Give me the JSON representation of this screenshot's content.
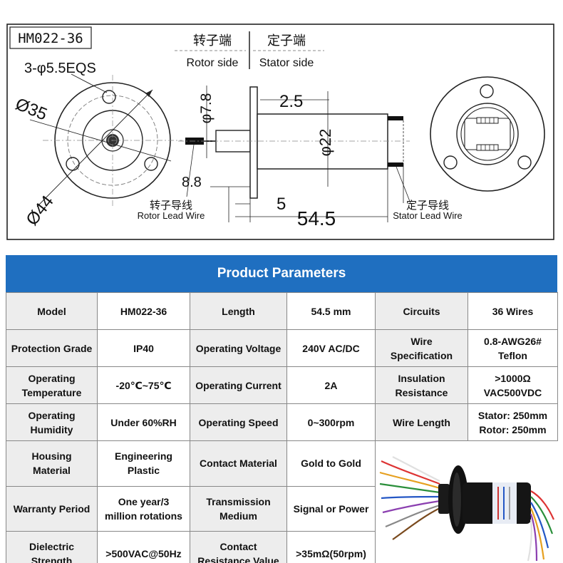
{
  "drawing": {
    "model_label": "HM022-36",
    "hole_spec": "3-φ5.5EQS",
    "dim_outer_35": "Ø35",
    "dim_outer_44": "Ø44",
    "dim_rotor_shaft": "φ7.8",
    "dim_flange_thickness": "2.5",
    "dim_body_diameter": "φ22",
    "dim_shaft_length": "8.8",
    "dim_flange_offset": "5",
    "dim_total_length": "54.5",
    "rotor_side_cn": "转子端",
    "rotor_side_en": "Rotor side",
    "stator_side_cn": "定子端",
    "stator_side_en": "Stator side",
    "rotor_lead_cn": "转子导线",
    "rotor_lead_en": "Rotor Lead Wire",
    "stator_lead_cn": "定子导线",
    "stator_lead_en": "Stator Lead Wire"
  },
  "params": {
    "title": "Product Parameters",
    "rows": [
      [
        {
          "label": "Model",
          "value": "HM022-36"
        },
        {
          "label": "Length",
          "value": "54.5 mm"
        },
        {
          "label": "Circuits",
          "value": "36 Wires"
        }
      ],
      [
        {
          "label": "Protection Grade",
          "value": "IP40"
        },
        {
          "label": "Operating Voltage",
          "value": "240V AC/DC"
        },
        {
          "label": "Wire\nSpecification",
          "value": "0.8-AWG26#\nTeflon"
        }
      ],
      [
        {
          "label": "Operating\nTemperature",
          "value": "-20℃~75℃"
        },
        {
          "label": "Operating Current",
          "value": "2A"
        },
        {
          "label": "Insulation\nResistance",
          "value": ">1000Ω\nVAC500VDC"
        }
      ],
      [
        {
          "label": "Operating\nHumidity",
          "value": "Under 60%RH"
        },
        {
          "label": "Operating Speed",
          "value": "0~300rpm"
        },
        {
          "label": "Wire Length",
          "value": "Stator: 250mm\nRotor: 250mm"
        }
      ],
      [
        {
          "label": "Housing\nMaterial",
          "value": "Engineering\nPlastic"
        },
        {
          "label": "Contact Material",
          "value": "Gold to Gold"
        }
      ],
      [
        {
          "label": "Warranty Period",
          "value": "One year/3\nmillion rotations"
        },
        {
          "label": "Transmission\nMedium",
          "value": "Signal or Power"
        }
      ],
      [
        {
          "label": "Dielectric\nStrength",
          "value": ">500VAC@50Hz"
        },
        {
          "label": "Contact\nResistance Value",
          "value": ">35mΩ(50rpm)"
        }
      ]
    ]
  },
  "colors": {
    "header_bg": "#1f6fc0",
    "label_cell_bg": "#ededed",
    "border": "#888888"
  }
}
